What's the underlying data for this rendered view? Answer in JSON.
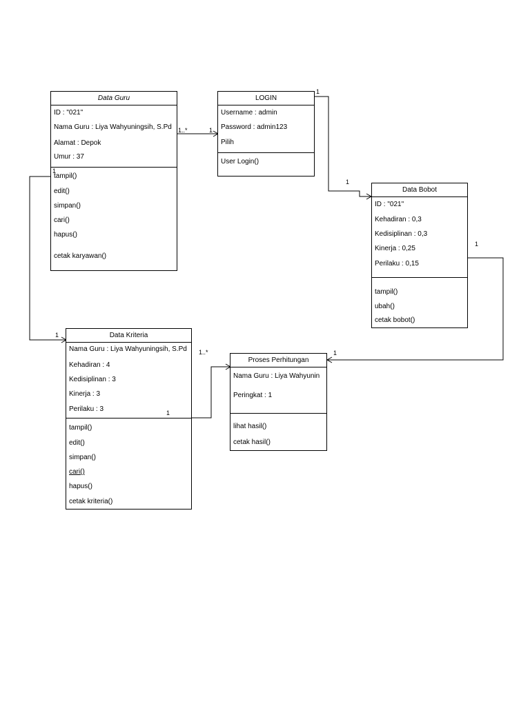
{
  "classes": {
    "data_guru": {
      "title": "Data Guru",
      "attributes": [
        "ID : \"021\"",
        "Nama Guru : Liya Wahyuningsih, S.Pd",
        "Alamat : Depok",
        "Umur : 37"
      ],
      "methods": [
        "tampil()",
        "edit()",
        "simpan()",
        "cari()",
        "hapus()",
        "cetak karyawan()"
      ]
    },
    "login": {
      "title": "LOGIN",
      "attributes": [
        "Username : admin",
        "Password : admin123",
        "Pilih"
      ],
      "methods": [
        "User Login()"
      ]
    },
    "data_bobot": {
      "title": "Data Bobot",
      "attributes": [
        "ID : \"021\"",
        "Kehadiran : 0,3",
        "Kedisiplinan : 0,3",
        "Kinerja : 0,25",
        "Perilaku : 0,15"
      ],
      "methods": [
        "tampil()",
        "ubah()",
        "cetak bobot()"
      ]
    },
    "data_kriteria": {
      "title": "Data Kriteria",
      "attributes": [
        "Nama Guru : Liya Wahyuningsih, S.Pd",
        "Kehadiran : 4",
        "Kedisiplinan : 3",
        "Kinerja : 3",
        "Perilaku : 3"
      ],
      "methods": [
        "tampil()",
        "edit()",
        "simpan()",
        "cari()",
        "hapus()",
        "cetak kriteria()"
      ]
    },
    "proses_perhitungan": {
      "title": "Proses Perhitungan",
      "attributes": [
        "Nama Guru : Liya Wahyunin",
        "Peringkat : 1"
      ],
      "methods": [
        "lihat hasil()",
        "cetak hasil()"
      ]
    }
  },
  "multiplicities": {
    "guru_login_source": "1..*",
    "guru_login_target": "1",
    "login_bobot_source": "1",
    "login_bobot_target": "1",
    "guru_kriteria_source": "1",
    "guru_kriteria_target": "1",
    "kriteria_proses_source": "1",
    "kriteria_proses_target": "1..*",
    "bobot_proses_source": "1",
    "bobot_proses_target": "1"
  }
}
